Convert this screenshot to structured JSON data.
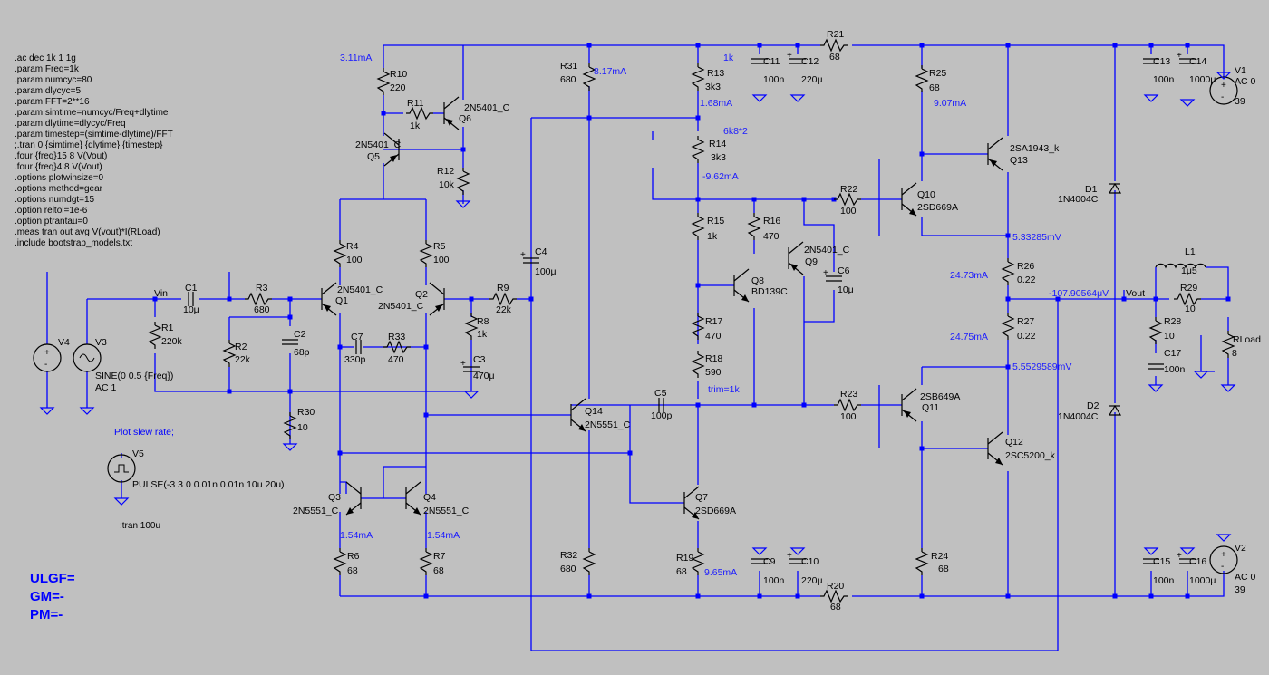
{
  "directives": [
    ".ac dec 1k 1 1g",
    ".param Freq=1k",
    ".param numcyc=80",
    ".param dlycyc=5",
    ".param FFT=2**16",
    ".param simtime=numcyc/Freq+dlytime",
    ".param dlytime=dlycyc/Freq",
    ".param timestep=(simtime-dlytime)/FFT",
    ";.tran 0 {simtime} {dlytime} {timestep}",
    ".four {freq}15 8 V(Vout)",
    ".four {freq}4 8 V(Vout)",
    ".options plotwinsize=0",
    ".options method=gear",
    ".options numdgt=15",
    ".option reltol=1e-6",
    ".option ptrantau=0",
    ".meas tran out avg V(vout)*I(RLoad)",
    ".include bootstrap_models.txt"
  ],
  "comments": {
    "plot_slew": "Plot slew rate;",
    "tran": ";tran 100u",
    "ulgf": "ULGF=",
    "gm": "GM=-",
    "pm": "PM=-"
  },
  "net_labels": {
    "vin": "Vin",
    "vout": "Vout"
  },
  "measurements": {
    "r10_current": "3.11mA",
    "r31_current": "8.17mA",
    "r13_current": "1.68mA",
    "r14_current": "-9.62mA",
    "r25_current": "9.07mA",
    "q10_node": "5.33285mV",
    "r26_current": "24.73mA",
    "out_node": "-107.90564μV",
    "r27_current": "24.75mA",
    "q11_node": "5.5529589mV",
    "q3_current": "1.54mA",
    "q4_current": "1.54mA",
    "r19_current": "9.65mA",
    "r13_note": "1k",
    "r14_note": "6k8*2",
    "trim_note": "trim=1k"
  },
  "components": {
    "R10": {
      "ref": "R10",
      "value": "220"
    },
    "R11": {
      "ref": "R11",
      "value": "1k"
    },
    "R12": {
      "ref": "R12",
      "value": "10k"
    },
    "Q5": {
      "ref": "Q5",
      "value": "2N5401_C"
    },
    "Q6": {
      "ref": "Q6",
      "value": "2N5401_C"
    },
    "R31": {
      "ref": "R31",
      "value": "680"
    },
    "R13": {
      "ref": "R13",
      "value": "3k3"
    },
    "R14": {
      "ref": "R14",
      "value": "3k3"
    },
    "C11": {
      "ref": "C11",
      "value": "100n"
    },
    "C12": {
      "ref": "C12",
      "value": "220μ"
    },
    "R21": {
      "ref": "R21",
      "value": "68"
    },
    "R25": {
      "ref": "R25",
      "value": "68"
    },
    "Q13": {
      "ref": "Q13",
      "value": "2SA1943_k"
    },
    "C13": {
      "ref": "C13",
      "value": "100n"
    },
    "C14": {
      "ref": "C14",
      "value": "1000μ"
    },
    "V1": {
      "ref": "V1",
      "value": "AC 0",
      "value2": "39"
    },
    "D1": {
      "ref": "D1",
      "value": "1N4004C"
    },
    "R4": {
      "ref": "R4",
      "value": "100"
    },
    "R5": {
      "ref": "R5",
      "value": "100"
    },
    "C4": {
      "ref": "C4",
      "value": "100μ"
    },
    "R22": {
      "ref": "R22",
      "value": "100"
    },
    "Q10": {
      "ref": "Q10",
      "value": "2SD669A"
    },
    "R15": {
      "ref": "R15",
      "value": "1k"
    },
    "R16": {
      "ref": "R16",
      "value": "470"
    },
    "Q9": {
      "ref": "Q9",
      "value": "2N5401_C"
    },
    "C6": {
      "ref": "C6",
      "value": "10μ"
    },
    "Q8": {
      "ref": "Q8",
      "value": "BD139C"
    },
    "R26": {
      "ref": "R26",
      "value": "0.22"
    },
    "L1": {
      "ref": "L1",
      "value": "1μ5"
    },
    "R29": {
      "ref": "R29",
      "value": "10"
    },
    "C1": {
      "ref": "C1",
      "value": "10μ"
    },
    "R3": {
      "ref": "R3",
      "value": "680"
    },
    "Q1": {
      "ref": "Q1",
      "value": "2N5401_C"
    },
    "Q2": {
      "ref": "Q2",
      "value": "2N5401_C"
    },
    "R9": {
      "ref": "R9",
      "value": "22k"
    },
    "R1": {
      "ref": "R1",
      "value": "220k"
    },
    "V4": {
      "ref": "V4",
      "value": ""
    },
    "V3": {
      "ref": "V3",
      "value": "SINE(0 0.5 {Freq})",
      "value2": "AC 1"
    },
    "R2": {
      "ref": "R2",
      "value": "22k"
    },
    "C2": {
      "ref": "C2",
      "value": "68p"
    },
    "C7": {
      "ref": "C7",
      "value": "330p"
    },
    "R33": {
      "ref": "R33",
      "value": "470"
    },
    "R8": {
      "ref": "R8",
      "value": "1k"
    },
    "C3": {
      "ref": "C3",
      "value": "470μ"
    },
    "R17": {
      "ref": "R17",
      "value": "470"
    },
    "R18": {
      "ref": "R18",
      "value": "590"
    },
    "R27": {
      "ref": "R27",
      "value": "0.22"
    },
    "R28": {
      "ref": "R28",
      "value": "10"
    },
    "C17": {
      "ref": "C17",
      "value": "100n"
    },
    "RLoad": {
      "ref": "RLoad",
      "value": "8"
    },
    "R30": {
      "ref": "R30",
      "value": "10"
    },
    "Q14": {
      "ref": "Q14",
      "value": "2N5551_C"
    },
    "C5": {
      "ref": "C5",
      "value": "100p"
    },
    "R23": {
      "ref": "R23",
      "value": "100"
    },
    "Q11": {
      "ref": "Q11",
      "value": "2SB649A"
    },
    "D2": {
      "ref": "D2",
      "value": "1N4004C"
    },
    "V5": {
      "ref": "V5",
      "value": "PULSE(-3 3 0 0.01n 0.01n 10u 20u)"
    },
    "Q12": {
      "ref": "Q12",
      "value": "2SC5200_k"
    },
    "Q3": {
      "ref": "Q3",
      "value": "2N5551_C"
    },
    "Q4": {
      "ref": "Q4",
      "value": "2N5551_C"
    },
    "Q7": {
      "ref": "Q7",
      "value": "2SD669A"
    },
    "R6": {
      "ref": "R6",
      "value": "68"
    },
    "R7": {
      "ref": "R7",
      "value": "68"
    },
    "R32": {
      "ref": "R32",
      "value": "680"
    },
    "R19": {
      "ref": "R19",
      "value": "68"
    },
    "C9": {
      "ref": "C9",
      "value": "100n"
    },
    "C10": {
      "ref": "C10",
      "value": "220μ"
    },
    "R20": {
      "ref": "R20",
      "value": "68"
    },
    "R24": {
      "ref": "R24",
      "value": "68"
    },
    "C15": {
      "ref": "C15",
      "value": "100n"
    },
    "C16": {
      "ref": "C16",
      "value": "1000μ"
    },
    "V2": {
      "ref": "V2",
      "value": "AC 0",
      "value2": "39"
    }
  },
  "colors": {
    "background": "#c0c0c0",
    "wire": "#0000ff",
    "component": "#000000",
    "text": "#000000",
    "annotation": "#1a1aff"
  }
}
